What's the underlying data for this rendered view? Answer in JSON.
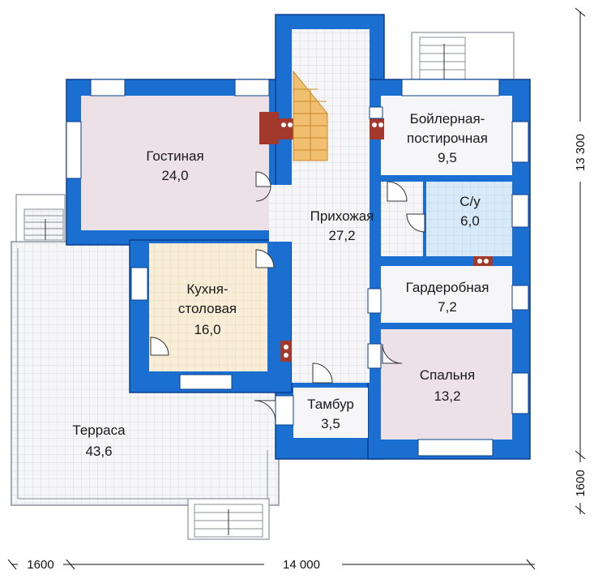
{
  "colors": {
    "wall": "#1a6fd0",
    "wall_outline": "#0a3f8a",
    "tile": "#f6f6f9",
    "tile_line": "#cfd3dc",
    "living": "#ebe1e6",
    "kitchen": "#f8edd7",
    "bath": "#d8eaf7",
    "bedroom": "#ebe1e6",
    "stairs": "#f0c070",
    "fireplace": "#a3382d"
  },
  "rooms": {
    "living": {
      "name": "Гостиная",
      "area": "24,0"
    },
    "hall": {
      "name": "Прихожая",
      "area": "27,2"
    },
    "boiler": {
      "name_line1": "Бойлерная-",
      "name_line2": "постирочная",
      "area": "9,5"
    },
    "bath": {
      "name": "С/у",
      "area": "6,0"
    },
    "kitchen": {
      "name_line1": "Кухня-",
      "name_line2": "столовая",
      "area": "16,0"
    },
    "wardrobe": {
      "name": "Гардеробная",
      "area": "7,2"
    },
    "bedroom": {
      "name": "Спальня",
      "area": "13,2"
    },
    "vestibule": {
      "name": "Тамбур",
      "area": "3,5"
    },
    "terrace": {
      "name": "Терраса",
      "area": "43,6"
    }
  },
  "dimensions": {
    "bottom_left": "1600",
    "bottom_main": "14 000",
    "right_main": "13 300",
    "right_bottom": "1600"
  }
}
